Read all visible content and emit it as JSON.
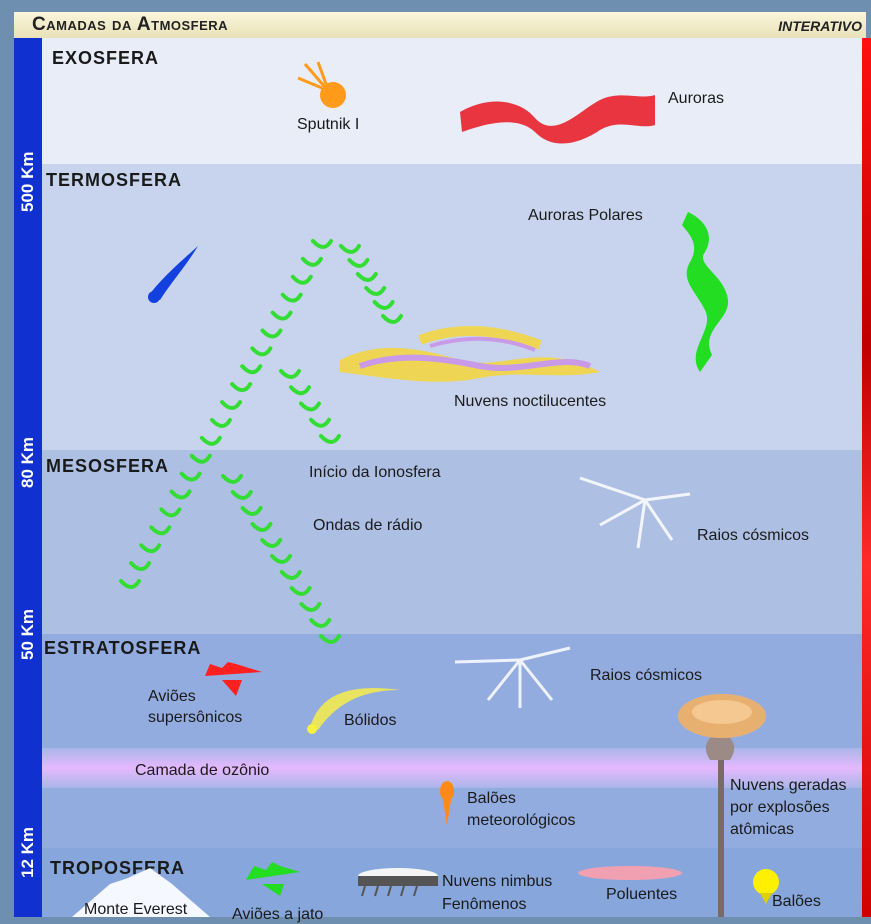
{
  "header": {
    "title": "Camadas da Atmosfera",
    "badge": "INTERATIVO"
  },
  "altitudes": [
    "500 Km",
    "80 Km",
    "50 Km",
    "12 Km"
  ],
  "layers": {
    "exosfera": "EXOSFERA",
    "termosfera": "TERMOSFERA",
    "mesosfera": "MESOSFERA",
    "estratosfera": "ESTRATOSFERA",
    "troposfera": "TROPOSFERA"
  },
  "labels": {
    "sputnik": "Sputnik I",
    "auroras": "Auroras",
    "auroras_polares": "Auroras Polares",
    "nuvens_noctilucentes": "Nuvens noctilucentes",
    "inicio_ionosfera": "Início da Ionosfera",
    "ondas_radio": "Ondas de rádio",
    "raios_cosmicos_meso": "Raios cósmicos",
    "raios_cosmicos_estrato": "Raios cósmicos",
    "avioes_supersonicos_1": "Aviões",
    "avioes_supersonicos_2": "supersônicos",
    "bolidos": "Bólidos",
    "camada_ozonio": "Camada de ozônio",
    "baloes_meteo_1": "Balões",
    "baloes_meteo_2": "meteorológicos",
    "nuvens_explosoes_1": "Nuvens geradas",
    "nuvens_explosoes_2": "por explosões",
    "nuvens_explosoes_3": "atômicas",
    "monte_everest": "Monte Everest",
    "avioes_jato": "Aviões a jato",
    "nuvens_nimbus": "Nuvens nimbus",
    "fenomenos": "Fenômenos",
    "poluentes": "Poluentes",
    "baloes": "Balões"
  },
  "colors": {
    "altitude_bar": "#1030d0",
    "temperature_bar": "#e00000",
    "radio_waves": "#33dd33",
    "aurora": "#e8202a",
    "polar_aurora": "#22dd22",
    "ozone_layer": "#e6b8ff"
  }
}
